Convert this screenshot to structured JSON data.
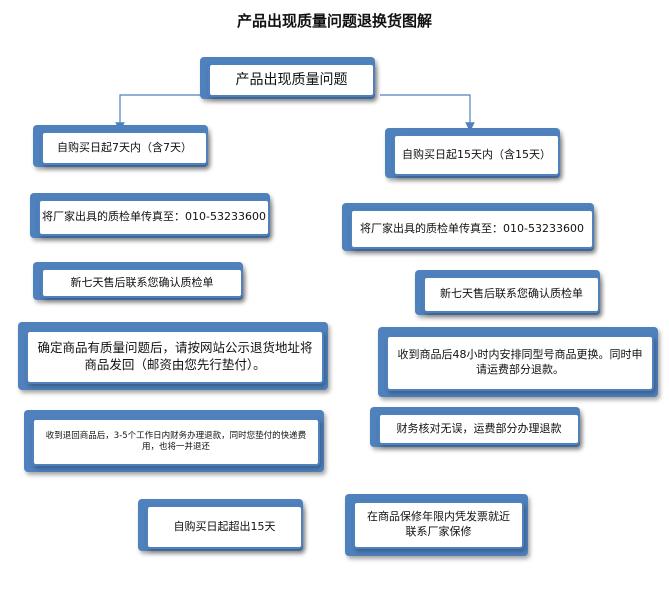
{
  "title": "产品出现质量问题退换货图解",
  "top_box": "产品出现质量问题",
  "left": {
    "within_days": "自购买日起7天内（含7天）",
    "fax": "将厂家出具的质检单传真至：010-53233600",
    "contact": "新七天售后联系您确认质检单",
    "send_back": "确定商品有质量问题后，请按网站公示退货地址将商品发回（邮资由您先行垫付）。",
    "refund": "收到退回商品后，3-5个工作日内财务办理退款，同时您垫付的快递费用，也将一并退还"
  },
  "right": {
    "within_days": "自购买日起15天内（含15天）",
    "fax": "将厂家出具的质检单传真至：010-53233600",
    "contact": "新七天售后联系您确认质检单",
    "exchange": "收到商品后48小时内安排同型号商品更换。同时申请运费部分退款。",
    "finance": "财务核对无误，运费部分办理退款"
  },
  "bottom": {
    "over_days": "自购买日起超出15天",
    "warranty": "在商品保修年限内凭发票就近联系厂家保修"
  },
  "colors": {
    "border": "#4f81bd",
    "arrow": "#4f81bd"
  }
}
